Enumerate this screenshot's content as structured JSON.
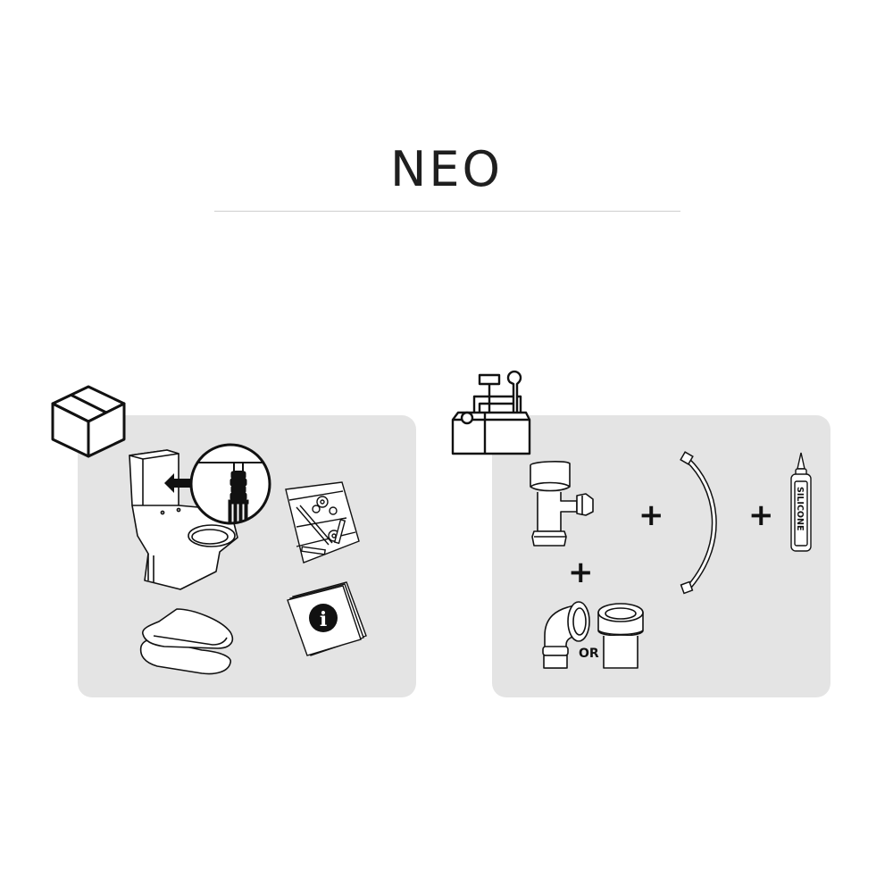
{
  "header": {
    "title": "NEO"
  },
  "in_the_box": {
    "section_icon": "box-icon",
    "items": [
      {
        "name": "toilet-with-cistern",
        "icon": "toilet-icon"
      },
      {
        "name": "connection-detail",
        "icon": "magnifier-detail-icon"
      },
      {
        "name": "fixing-kit-bag",
        "icon": "fixing-kit-icon"
      },
      {
        "name": "toilet-seat",
        "icon": "toilet-seat-icon"
      },
      {
        "name": "instruction-manual",
        "icon": "info-booklet-icon",
        "badge": "i"
      }
    ]
  },
  "required_tools": {
    "section_icon": "toolbox-icon",
    "items": [
      {
        "name": "angle-valve",
        "icon": "angle-valve-icon"
      },
      {
        "name": "flexible-hose",
        "icon": "flexible-hose-icon"
      },
      {
        "name": "silicone-tube",
        "icon": "silicone-tube-icon",
        "label": "SILICONE"
      },
      {
        "name": "elbow-connector",
        "icon": "elbow-pipe-icon"
      },
      {
        "name": "straight-connector",
        "icon": "straight-pipe-icon"
      }
    ],
    "plus_symbol": "+",
    "or_label": "OR"
  },
  "colors": {
    "panel_bg": "#e4e4e4",
    "title": "#1f1f1f",
    "rule": "#cfcfcf",
    "line": "#111111"
  }
}
